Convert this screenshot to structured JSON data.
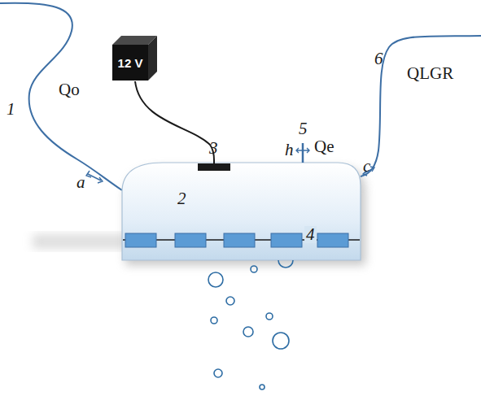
{
  "diagram": {
    "nodes": [
      {
        "text": [
          "12 V"
        ]
      }
    ],
    "labels": [
      "1",
      "Qo",
      "a",
      "2",
      "3",
      "5",
      "h",
      "Qe",
      "4",
      "6",
      "QLGR",
      "c"
    ]
  }
}
